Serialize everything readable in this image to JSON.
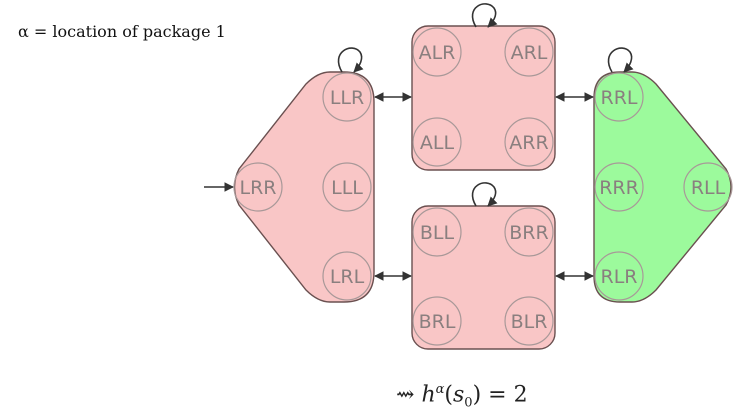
{
  "caption": "α = location of package 1",
  "formula": {
    "arrow": "⇝",
    "h": "h",
    "sup": "α",
    "open": "(",
    "s": "s",
    "sub": "0",
    "close": ")",
    "eq": "= 2"
  },
  "colors": {
    "pink": "#f9c6c6",
    "green": "#9cfa9c",
    "border": "#6a5050",
    "state_text": "#8a7f7f",
    "state_circle": "#a89898"
  },
  "nodes": {
    "left": {
      "LLR": "LLR",
      "LRR": "LRR",
      "LLL": "LLL",
      "LRL": "LRL"
    },
    "top": {
      "ALR": "ALR",
      "ARL": "ARL",
      "ALL": "ALL",
      "ARR": "ARR"
    },
    "bottom": {
      "BLL": "BLL",
      "BRR": "BRR",
      "BRL": "BRL",
      "BLR": "BLR"
    },
    "right": {
      "RRL": "RRL",
      "RRR": "RRR",
      "RLL": "RLL",
      "RLR": "RLR"
    }
  }
}
